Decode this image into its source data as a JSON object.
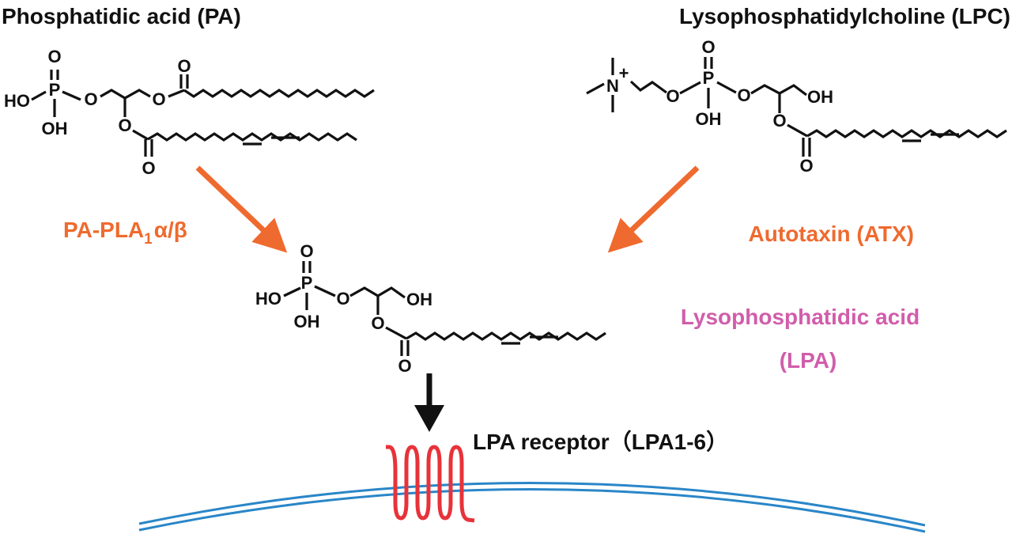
{
  "colors": {
    "enzyme": "#ef6a2e",
    "lpa_label": "#d15dab",
    "receptor": "#e8323a",
    "membrane": "#2a86c8",
    "ink": "#111111"
  },
  "titles": {
    "pa": "Phosphatidic acid (PA)",
    "lpc": "Lysophosphatidylcholine (LPC)"
  },
  "enzymes": {
    "pa_pla1_main": "PA-PLA",
    "pa_pla1_sub": "1",
    "pa_pla1_suffix": "α/β",
    "atx": "Autotaxin (ATX)"
  },
  "lpa": {
    "line1": "Lysophosphatidic acid",
    "line2": "(LPA)"
  },
  "receptor": {
    "label": "LPA receptor（LPA1-6）"
  },
  "atoms": {
    "P": "P",
    "O": "O",
    "HO": "HO",
    "OH": "OH",
    "N": "N",
    "plus": "+"
  }
}
